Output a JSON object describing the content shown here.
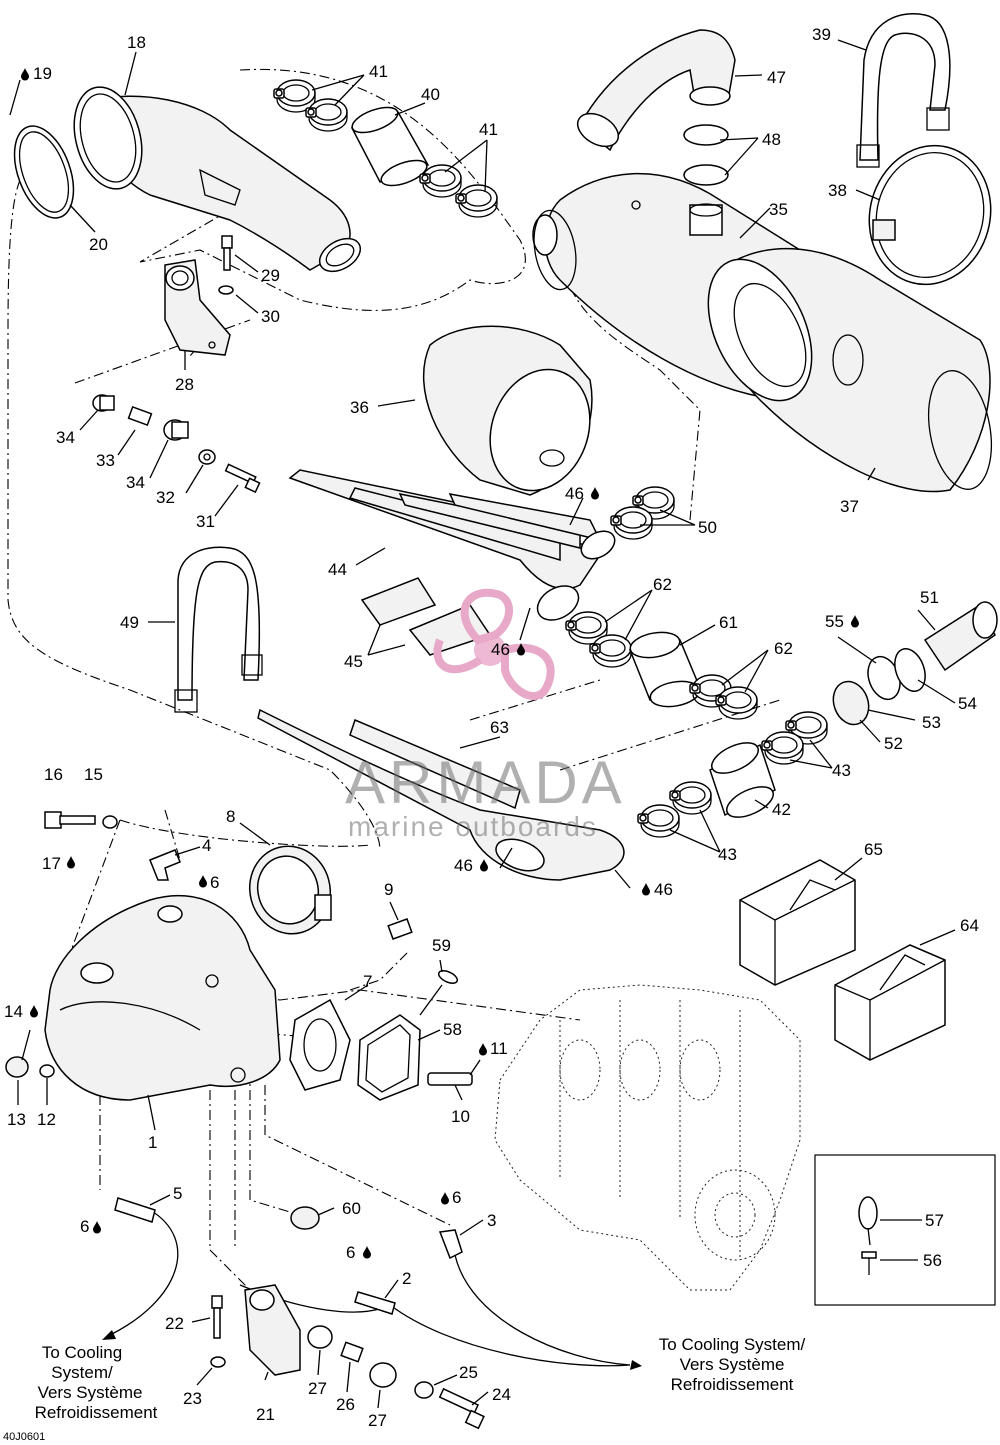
{
  "diagram_code": "40J0601",
  "watermark": {
    "brand": "ARMADA",
    "tagline": "marine outboards",
    "accent_color": "#e8a8c8"
  },
  "cooling_note_left": [
    "To Cooling",
    "System/",
    "Vers Système",
    "Refroidissement"
  ],
  "cooling_note_right": [
    "To Cooling System/",
    "Vers Système",
    "Refroidissement"
  ],
  "callouts": [
    {
      "id": "c1",
      "label": "1"
    },
    {
      "id": "c2",
      "label": "2"
    },
    {
      "id": "c3",
      "label": "3"
    },
    {
      "id": "c4",
      "label": "4"
    },
    {
      "id": "c5",
      "label": "5"
    },
    {
      "id": "c6a",
      "label": "6"
    },
    {
      "id": "c6b",
      "label": "6"
    },
    {
      "id": "c6c",
      "label": "6"
    },
    {
      "id": "c6d",
      "label": "6"
    },
    {
      "id": "c7",
      "label": "7"
    },
    {
      "id": "c8",
      "label": "8"
    },
    {
      "id": "c9",
      "label": "9"
    },
    {
      "id": "c10",
      "label": "10"
    },
    {
      "id": "c11",
      "label": "11"
    },
    {
      "id": "c12",
      "label": "12"
    },
    {
      "id": "c13",
      "label": "13"
    },
    {
      "id": "c14",
      "label": "14"
    },
    {
      "id": "c15",
      "label": "15"
    },
    {
      "id": "c16",
      "label": "16"
    },
    {
      "id": "c17",
      "label": "17"
    },
    {
      "id": "c18",
      "label": "18"
    },
    {
      "id": "c19",
      "label": "19"
    },
    {
      "id": "c20",
      "label": "20"
    },
    {
      "id": "c21",
      "label": "21"
    },
    {
      "id": "c22",
      "label": "22"
    },
    {
      "id": "c23",
      "label": "23"
    },
    {
      "id": "c24",
      "label": "24"
    },
    {
      "id": "c25",
      "label": "25"
    },
    {
      "id": "c26",
      "label": "26"
    },
    {
      "id": "c27a",
      "label": "27"
    },
    {
      "id": "c27b",
      "label": "27"
    },
    {
      "id": "c28",
      "label": "28"
    },
    {
      "id": "c29",
      "label": "29"
    },
    {
      "id": "c30",
      "label": "30"
    },
    {
      "id": "c31",
      "label": "31"
    },
    {
      "id": "c32",
      "label": "32"
    },
    {
      "id": "c33",
      "label": "33"
    },
    {
      "id": "c34a",
      "label": "34"
    },
    {
      "id": "c34b",
      "label": "34"
    },
    {
      "id": "c35",
      "label": "35"
    },
    {
      "id": "c36",
      "label": "36"
    },
    {
      "id": "c37",
      "label": "37"
    },
    {
      "id": "c38",
      "label": "38"
    },
    {
      "id": "c39",
      "label": "39"
    },
    {
      "id": "c40",
      "label": "40"
    },
    {
      "id": "c41a",
      "label": "41"
    },
    {
      "id": "c41b",
      "label": "41"
    },
    {
      "id": "c42",
      "label": "42"
    },
    {
      "id": "c43a",
      "label": "43"
    },
    {
      "id": "c43b",
      "label": "43"
    },
    {
      "id": "c44",
      "label": "44"
    },
    {
      "id": "c45",
      "label": "45"
    },
    {
      "id": "c46a",
      "label": "46"
    },
    {
      "id": "c46b",
      "label": "46"
    },
    {
      "id": "c46c",
      "label": "46"
    },
    {
      "id": "c46d",
      "label": "46"
    },
    {
      "id": "c47",
      "label": "47"
    },
    {
      "id": "c48",
      "label": "48"
    },
    {
      "id": "c49",
      "label": "49"
    },
    {
      "id": "c50",
      "label": "50"
    },
    {
      "id": "c51",
      "label": "51"
    },
    {
      "id": "c52",
      "label": "52"
    },
    {
      "id": "c53",
      "label": "53"
    },
    {
      "id": "c54",
      "label": "54"
    },
    {
      "id": "c55",
      "label": "55"
    },
    {
      "id": "c56",
      "label": "56"
    },
    {
      "id": "c57",
      "label": "57"
    },
    {
      "id": "c58",
      "label": "58"
    },
    {
      "id": "c59",
      "label": "59"
    },
    {
      "id": "c60",
      "label": "60"
    },
    {
      "id": "c61",
      "label": "61"
    },
    {
      "id": "c62a",
      "label": "62"
    },
    {
      "id": "c62b",
      "label": "62"
    },
    {
      "id": "c63",
      "label": "63"
    },
    {
      "id": "c64",
      "label": "64"
    },
    {
      "id": "c65",
      "label": "65"
    }
  ]
}
